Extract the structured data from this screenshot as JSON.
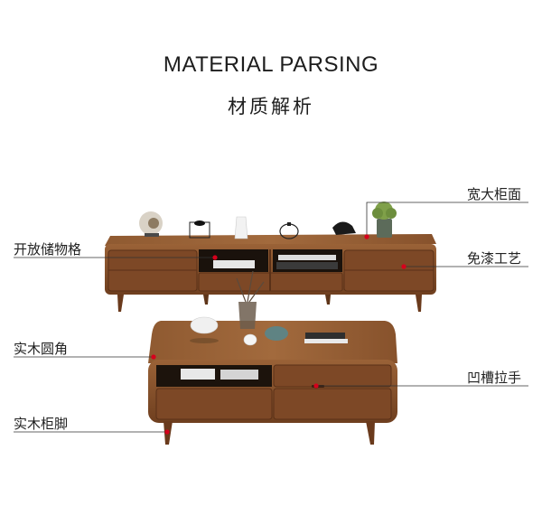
{
  "header": {
    "title_en": "MATERIAL PARSING",
    "title_cn": "材质解析"
  },
  "labels": {
    "wide_top": "宽大柜面",
    "open_storage": "开放储物格",
    "paint_free": "免漆工艺",
    "rounded_corner": "实木圆角",
    "grooved_handle": "凹槽拉手",
    "solid_legs": "实木柜脚"
  },
  "colors": {
    "wood": "#8a5530",
    "wood_dark": "#5e3519",
    "marker": "#d6001c",
    "line": "#333333"
  }
}
